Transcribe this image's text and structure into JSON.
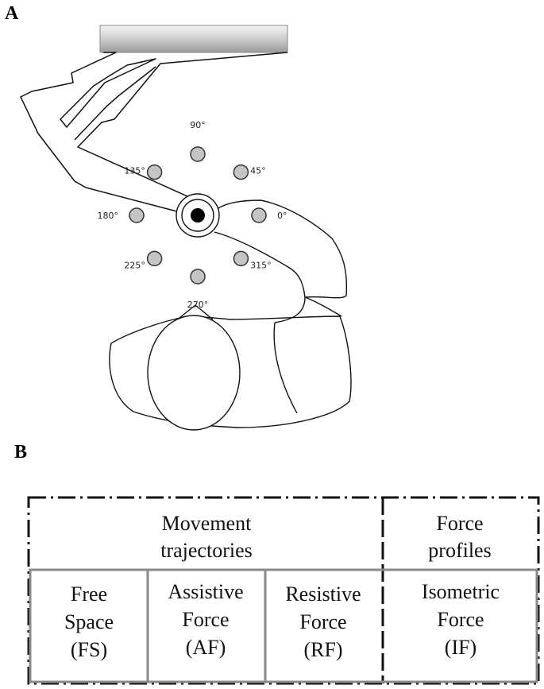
{
  "panel_a": {
    "label": "A",
    "targets": [
      {
        "angle": 0,
        "label": "0°"
      },
      {
        "angle": 45,
        "label": "45°"
      },
      {
        "angle": 90,
        "label": "90°"
      },
      {
        "angle": 135,
        "label": "135°"
      },
      {
        "angle": 180,
        "label": "180°"
      },
      {
        "angle": 225,
        "label": "225°"
      },
      {
        "angle": 270,
        "label": "270°"
      },
      {
        "angle": 315,
        "label": "315°"
      }
    ]
  },
  "panel_b": {
    "label": "B",
    "groups": [
      {
        "lines": [
          "Movement",
          "trajectories"
        ]
      },
      {
        "lines": [
          "Force",
          "profiles"
        ]
      }
    ],
    "conditions": [
      {
        "lines": [
          "Free",
          "Space",
          "(FS)"
        ]
      },
      {
        "lines": [
          "Assistive",
          "Force",
          "(AF)"
        ]
      },
      {
        "lines": [
          "Resistive",
          "Force",
          "(RF)"
        ]
      },
      {
        "lines": [
          "Isometric",
          "Force",
          "(IF)"
        ]
      }
    ]
  }
}
